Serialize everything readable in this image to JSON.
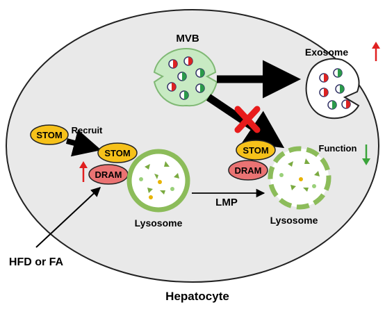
{
  "labels": {
    "mvb": "MVB",
    "exosome": "Exosome",
    "recruit": "Recruit",
    "stom_free": "STOM",
    "stom_bound": "STOM",
    "dram": "DRAM",
    "lysosome_left": "Lysosome",
    "lmp": "LMP",
    "stom_right": "STOM",
    "dram_right": "DRAM",
    "lysosome_right": "Lysosome",
    "function": "Function",
    "hfd": "HFD or FA",
    "cell": "Hepatocyte"
  },
  "icons": {
    "blocked": "x-mark-icon",
    "increase": "arrow-up-icon",
    "decrease": "arrow-down-icon"
  },
  "colors": {
    "cell_fill": "#e9e9e9",
    "mvb_fill": "#c8eac3",
    "stom_fill": "#f6c11a",
    "dram_fill": "#ea7373",
    "lysosome_ring": "#8cbc5a",
    "up_arrow": "#e02020",
    "down_arrow": "#3aa43a",
    "block_x": "#e81b1b"
  }
}
